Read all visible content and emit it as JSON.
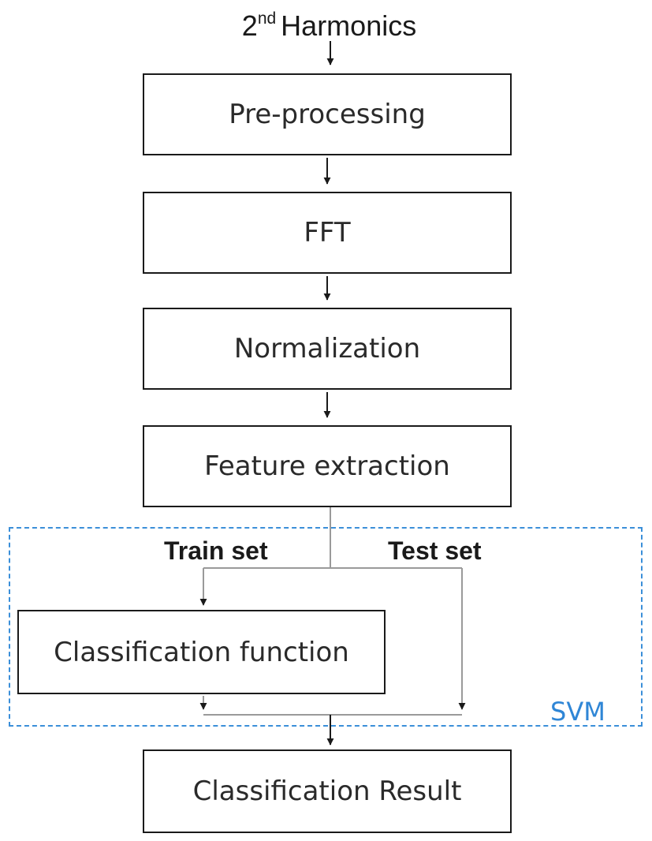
{
  "title": {
    "prefix": "2",
    "superscript": "nd",
    "text": "Harmonics"
  },
  "steps": {
    "preprocessing": "Pre-processing",
    "fft": "FFT",
    "normalization": "Normalization",
    "feature_extraction": "Feature extraction",
    "classification_function": "Classification function",
    "classification_result": "Classification Result"
  },
  "svm": {
    "label": "SVM",
    "train_set": "Train set",
    "test_set": "Test set",
    "frame_color": "#3b8fd9",
    "label_color": "#2f86d6"
  }
}
